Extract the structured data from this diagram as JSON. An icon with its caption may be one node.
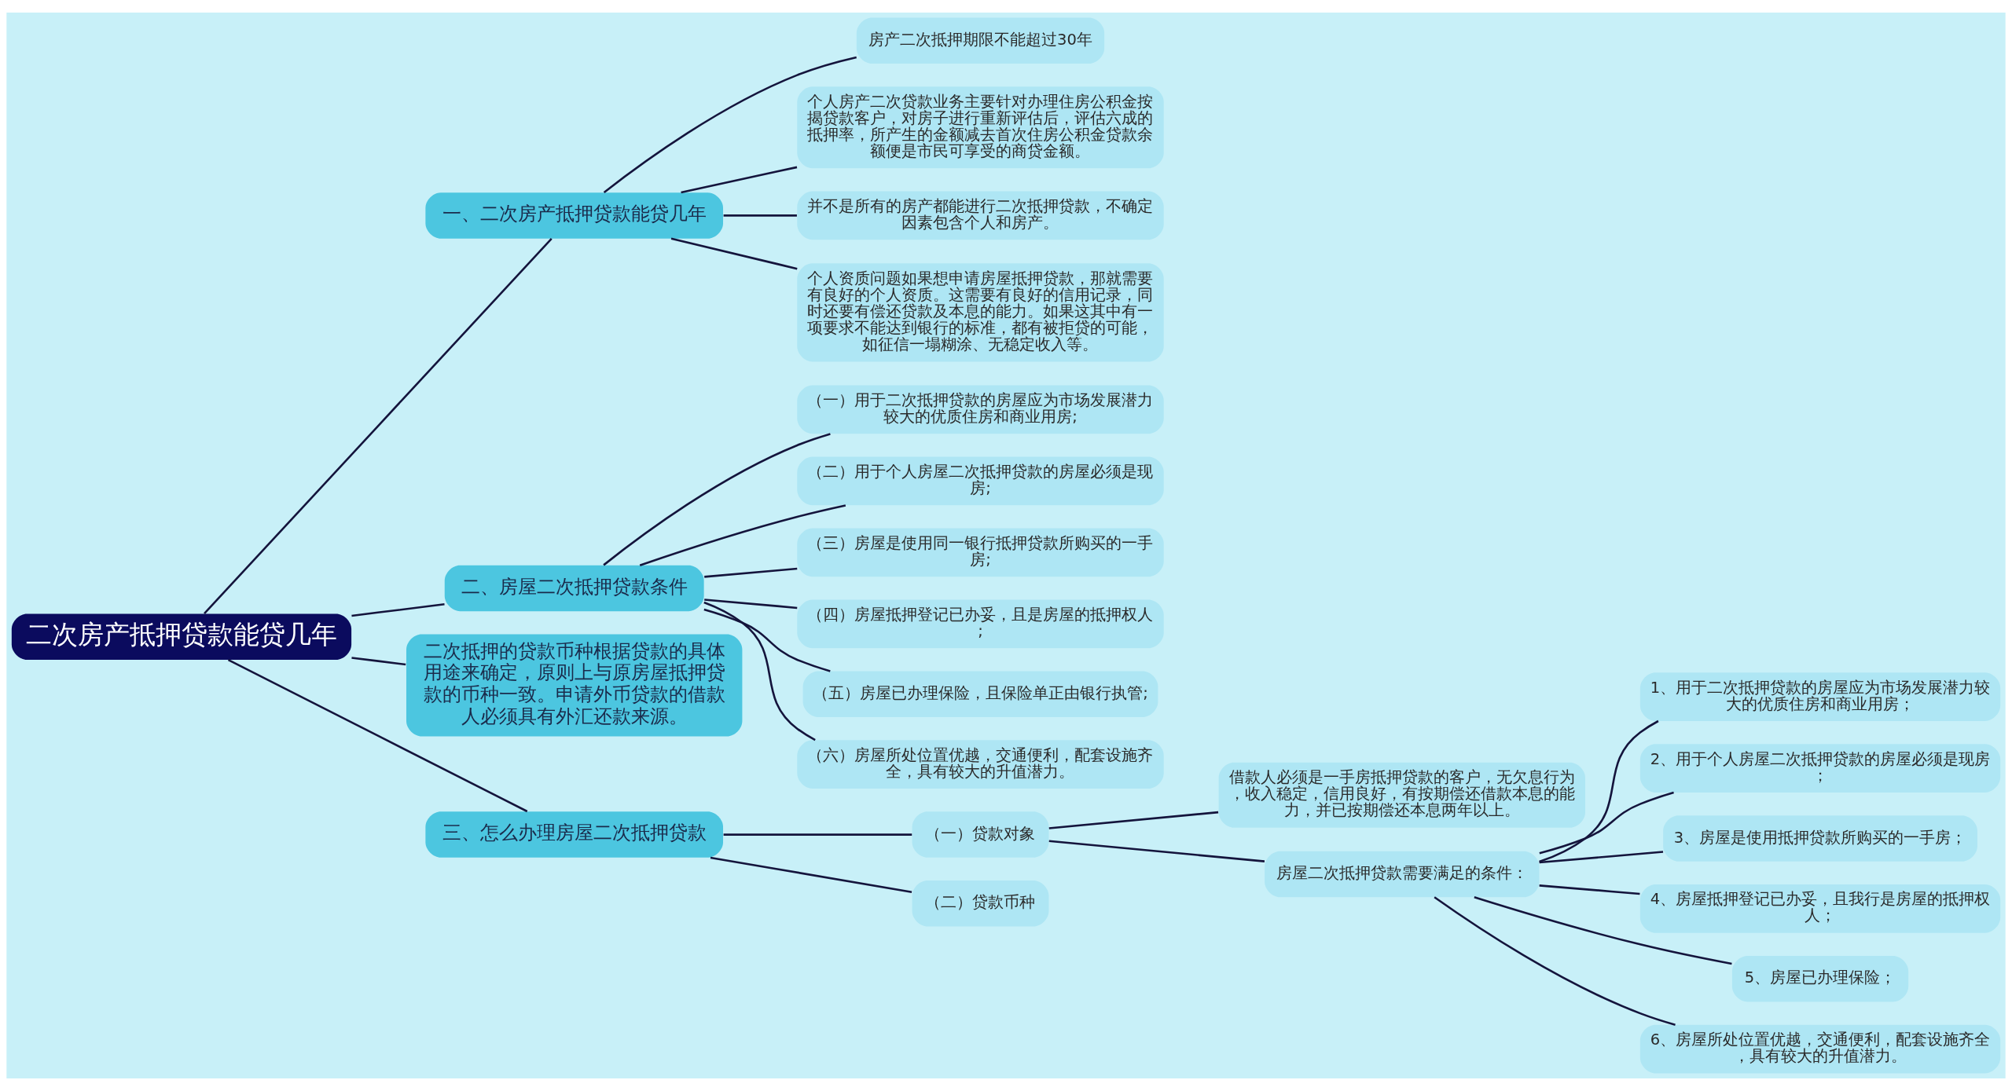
{
  "diagram": {
    "nodes": [
      {
        "text": [
          "二次房产抵押贷款能贷几年"
        ]
      },
      {
        "text": [
          "一、二次房产抵押贷款能贷几年"
        ]
      },
      {
        "text": [
          "房产二次抵押期限不能超过30年"
        ]
      },
      {
        "text": [
          "个人房产二次贷款业务主要针对办理住房公积金按揭贷款客户，对房子进行重新评估后，评估六成的抵押率，所产生的金额减去首次住房公积金贷款余额便是市民可享受的商贷金额。"
        ]
      },
      {
        "text": [
          "并不是所有的房产都能进行二次抵押贷款，不确定因素包含个人和房产。"
        ]
      },
      {
        "text": [
          "个人资质问题如果想申请房屋抵押贷款，那就需要有良好的个人资质。这需要有良好的信用记录，同时还要有偿还贷款及本息的能力。如果这其中有一项要求不能达到银行的标准，都有被拒贷的可能，如征信一塌糊涂、无稳定收入等。"
        ]
      },
      {
        "text": [
          "二、房屋二次抵押贷款条件"
        ]
      },
      {
        "text": [
          "（一）用于二次抵押贷款的房屋应为市场发展潜力较大的优质住房和商业用房;"
        ]
      },
      {
        "text": [
          "（二）用于个人房屋二次抵押贷款的房屋必须是现房;"
        ]
      },
      {
        "text": [
          "（三）房屋是使用同一银行抵押贷款所购买的一手房;"
        ]
      },
      {
        "text": [
          "（四）房屋抵押登记已办妥，且是房屋的抵押权人;"
        ]
      },
      {
        "text": [
          "（五）房屋已办理保险，且保险单正由银行执管;"
        ]
      },
      {
        "text": [
          "（六）房屋所处位置优越，交通便利，配套设施齐全，具有较大的升值潜力。"
        ]
      },
      {
        "text": [
          "二次抵押的贷款币种根据贷款的具体用途来确定，原则上与原房屋抵押贷款的币种一致。申请外币贷款的借款人必须具有外汇还款来源。"
        ]
      },
      {
        "text": [
          "三、怎么办理房屋二次抵押贷款"
        ]
      },
      {
        "text": [
          "（一）贷款对象"
        ]
      },
      {
        "text": [
          "借款人必须是一手房抵押贷款的客户，无欠息行为，收入稳定，信用良好，有按期偿还借款本息的能力，并已按期偿还本息两年以上。"
        ]
      },
      {
        "text": [
          "房屋二次抵押贷款需要满足的条件："
        ]
      },
      {
        "text": [
          "1、用于二次抵押贷款的房屋应为市场发展潜力较大的优质住房和商业用房；"
        ]
      },
      {
        "text": [
          "2、用于个人房屋二次抵押贷款的房屋必须是现房；"
        ]
      },
      {
        "text": [
          "3、房屋是使用抵押贷款所购买的一手房；"
        ]
      },
      {
        "text": [
          "4、房屋抵押登记已办妥，且我行是房屋的抵押权人；"
        ]
      },
      {
        "text": [
          "5、房屋已办理保险；"
        ]
      },
      {
        "text": [
          "6、房屋所处位置优越，交通便利，配套设施齐全，具有较大的升值潜力。"
        ]
      },
      {
        "text": [
          "（二）贷款币种"
        ]
      }
    ],
    "edges": [
      {
        "from": 0,
        "to": 1,
        "arrow": "none"
      },
      {
        "from": 1,
        "to": 2,
        "arrow": "none"
      },
      {
        "from": 1,
        "to": 3,
        "arrow": "none"
      },
      {
        "from": 1,
        "to": 4,
        "arrow": "none"
      },
      {
        "from": 1,
        "to": 5,
        "arrow": "none"
      },
      {
        "from": 0,
        "to": 6,
        "arrow": "none"
      },
      {
        "from": 6,
        "to": 7,
        "arrow": "none"
      },
      {
        "from": 6,
        "to": 8,
        "arrow": "none"
      },
      {
        "from": 6,
        "to": 9,
        "arrow": "none"
      },
      {
        "from": 6,
        "to": 10,
        "arrow": "none"
      },
      {
        "from": 6,
        "to": 11,
        "arrow": "none"
      },
      {
        "from": 6,
        "to": 12,
        "arrow": "none"
      },
      {
        "from": 0,
        "to": 13,
        "arrow": "none"
      },
      {
        "from": 0,
        "to": 14,
        "arrow": "none"
      },
      {
        "from": 14,
        "to": 15,
        "arrow": "none"
      },
      {
        "from": 15,
        "to": 16,
        "arrow": "none"
      },
      {
        "from": 15,
        "to": 17,
        "arrow": "none"
      },
      {
        "from": 17,
        "to": 18,
        "arrow": "none"
      },
      {
        "from": 17,
        "to": 19,
        "arrow": "none"
      },
      {
        "from": 17,
        "to": 20,
        "arrow": "none"
      },
      {
        "from": 17,
        "to": 21,
        "arrow": "none"
      },
      {
        "from": 17,
        "to": 22,
        "arrow": "none"
      },
      {
        "from": 17,
        "to": 23,
        "arrow": "none"
      },
      {
        "from": 14,
        "to": 24,
        "arrow": "none"
      }
    ]
  }
}
